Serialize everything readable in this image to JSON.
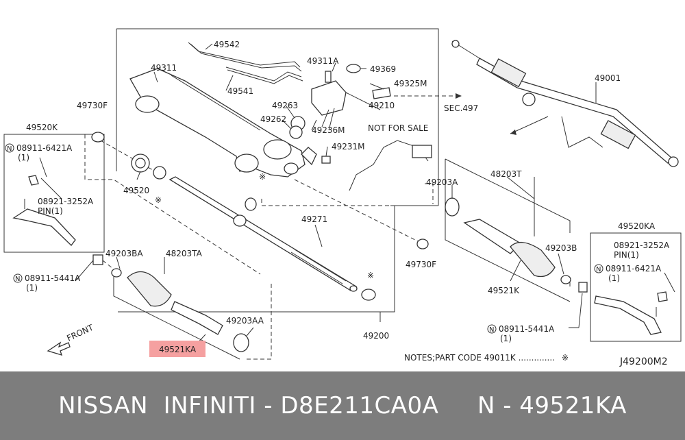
{
  "diagram": {
    "labels": {
      "p49542": "49542",
      "p49541": "49541",
      "p49311": "49311",
      "p49311A": "49311A",
      "p49369": "49369",
      "p49325M": "49325M",
      "p49210": "49210",
      "p49263": "49263",
      "p49262": "49262",
      "p49236M": "49236M",
      "p49231M": "49231M",
      "not_for_sale": "NOT FOR SALE",
      "sec497": "SEC.497",
      "p49001": "49001",
      "p49730F_top": "49730F",
      "p49730F_bottom": "49730F",
      "p49520K": "49520K",
      "n08911_6421A_left": "08911-6421A",
      "qty_left_1": "(1)",
      "p08921_3252A_left": "08921-3252A",
      "pin_left": "PIN(1)",
      "p49520": "49520",
      "p49271": "49271",
      "p49203A": "49203A",
      "p48203T": "48203T",
      "p49203B": "49203B",
      "p49521K": "49521K",
      "p49203BA": "49203BA",
      "p48203TA": "48203TA",
      "n08911_5441A_left": "08911-5441A",
      "qty_left_2": "(1)",
      "p49203AA": "49203AA",
      "p49521KA": "49521KA",
      "p49200": "49200",
      "front": "FRONT",
      "p49520KA": "49520KA",
      "p08921_3252A_right": "08921-3252A",
      "pin_right": "PIN(1)",
      "n08911_6421A_right": "08911-6421A",
      "qty_right_1": "(1)",
      "n08911_5441A_right": "08911-5441A",
      "qty_right_2": "(1)",
      "notes": "NOTES;PART CODE 49011K ..............",
      "notes_mark": "※",
      "mark": "※",
      "n_symbol": "N",
      "drawing_id": "J49200M2"
    },
    "highlight_color": "#f5a0a0"
  },
  "footer": {
    "text": "NISSAN  INFINITI - D8E211CA0A     N - 49521KA"
  }
}
